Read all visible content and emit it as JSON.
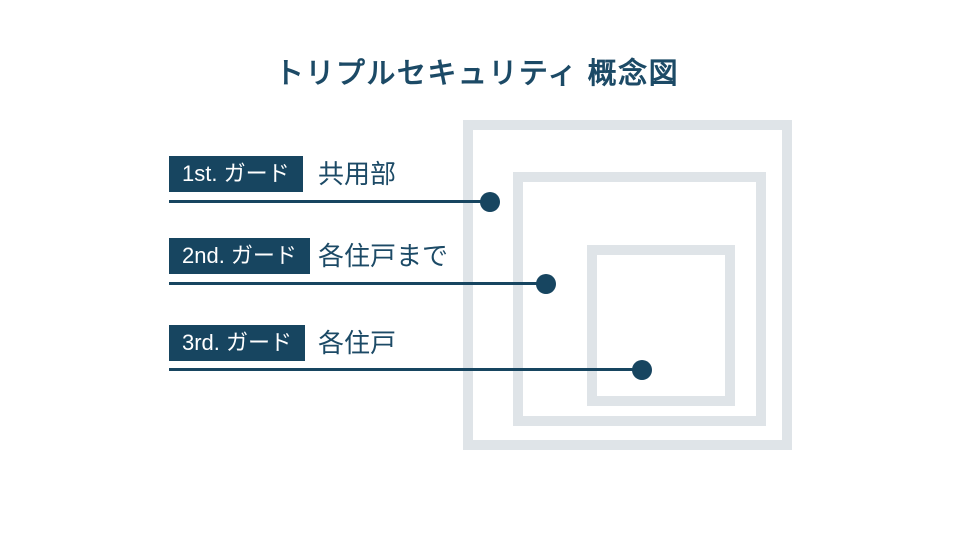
{
  "title": "トリプルセキュリティ 概念図",
  "guards": [
    {
      "badge": "1st. ガード",
      "label": "共用部"
    },
    {
      "badge": "2nd. ガード",
      "label": "各住戸まで"
    },
    {
      "badge": "3rd. ガード",
      "label": "各住戸"
    }
  ],
  "colors": {
    "navy": "#174560",
    "text_navy": "#1c4a66",
    "zone_border_gray": "#dfe4e8",
    "badge_text": "#ffffff",
    "background": "#ffffff"
  }
}
